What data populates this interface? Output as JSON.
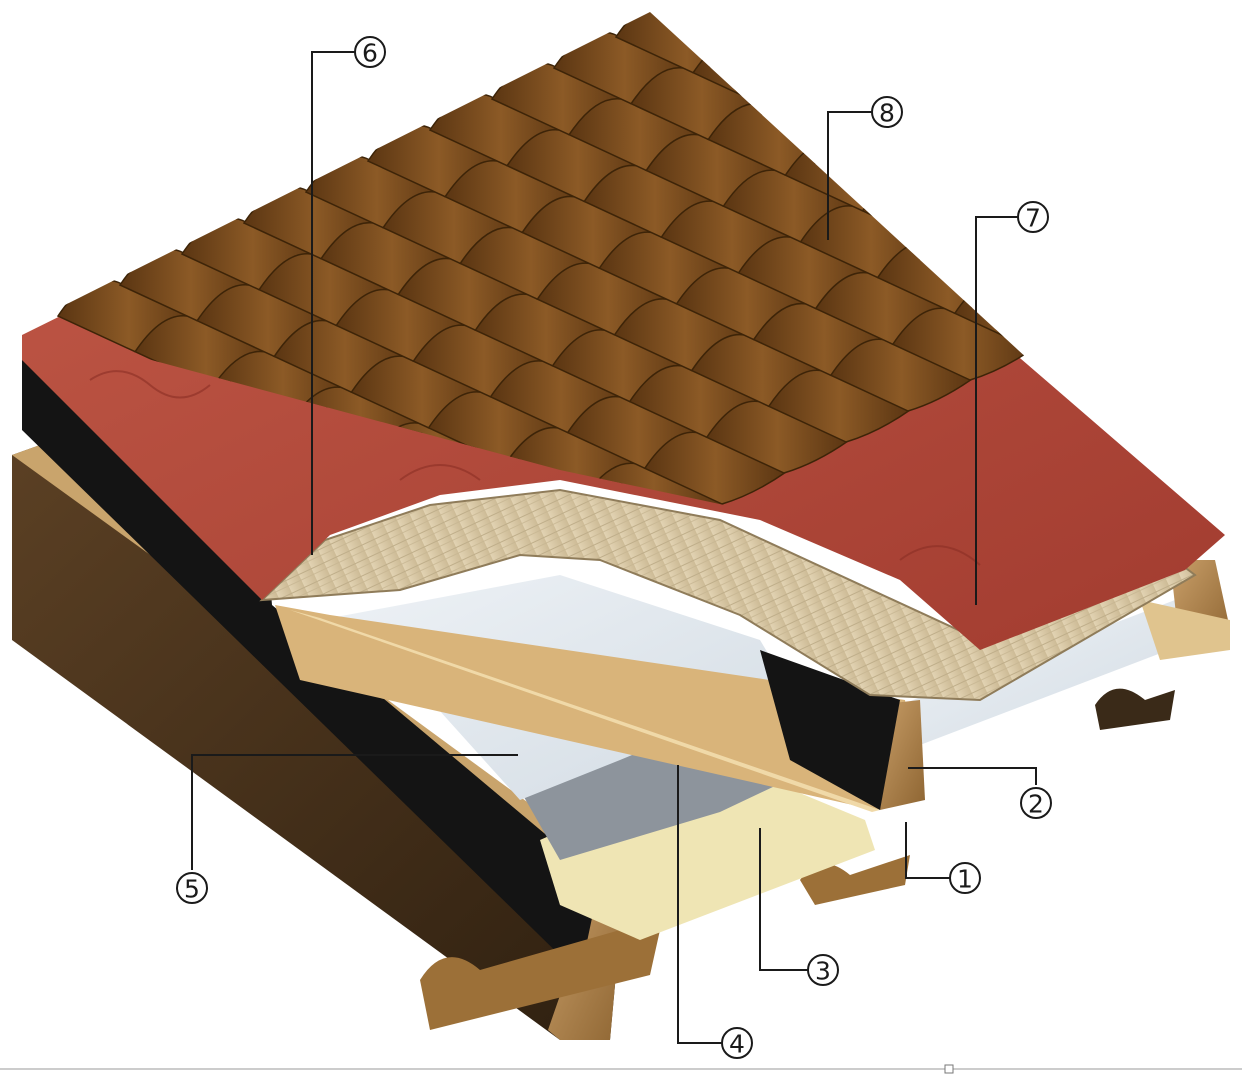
{
  "callouts": [
    {
      "id": "1",
      "label": "1"
    },
    {
      "id": "2",
      "label": "2"
    },
    {
      "id": "3",
      "label": "3"
    },
    {
      "id": "4",
      "label": "4"
    },
    {
      "id": "5",
      "label": "5"
    },
    {
      "id": "6",
      "label": "6"
    },
    {
      "id": "7",
      "label": "7"
    },
    {
      "id": "8",
      "label": "8"
    }
  ],
  "colors": {
    "tile": "#7a4a1c",
    "tile_shadow": "#4a2a0c",
    "underlay": "#b84a3c",
    "board": "#d9c9a8",
    "insulation": "#e2e8ee",
    "vapor_layer": "#eee6b8",
    "timber": "#b58a4e",
    "batten_black": "#141414"
  }
}
